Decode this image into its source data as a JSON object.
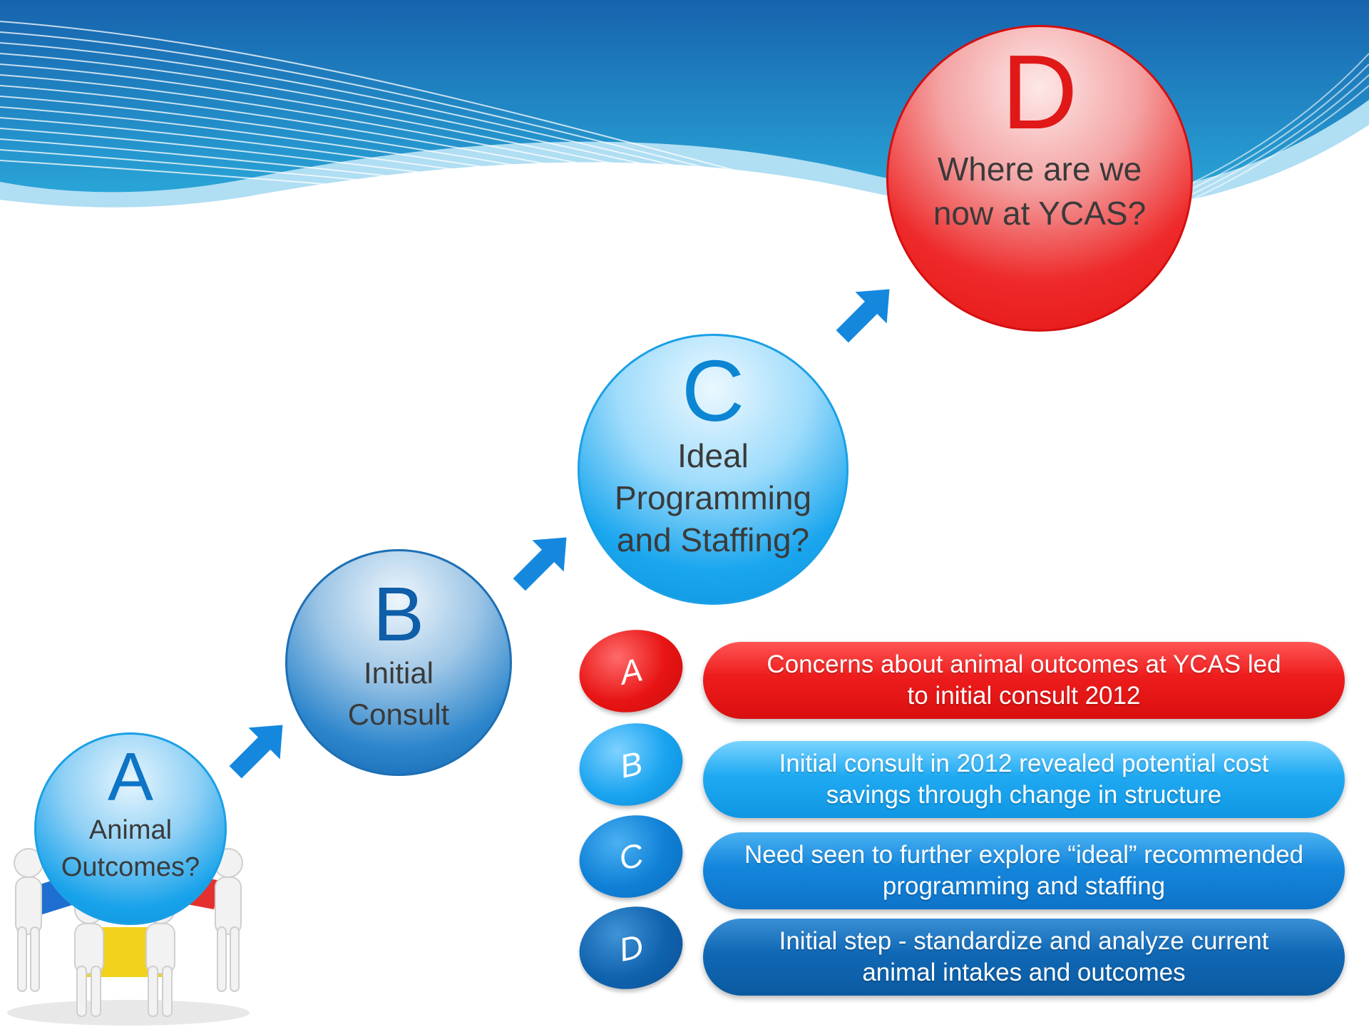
{
  "circles": {
    "a": {
      "letter": "A",
      "line1": "Animal",
      "line2": "Outcomes?"
    },
    "b": {
      "letter": "B",
      "line1": "Initial",
      "line2": "Consult"
    },
    "c": {
      "letter": "C",
      "line1": "Ideal",
      "line2": "Programming",
      "line3": "and Staffing?"
    },
    "d": {
      "letter": "D",
      "line1": "Where are we",
      "line2": "now at YCAS?"
    }
  },
  "steps": [
    {
      "letter": "A",
      "line1": "Concerns about animal outcomes at YCAS led",
      "line2": "to initial consult 2012"
    },
    {
      "letter": "B",
      "line1": "Initial consult in 2012 revealed potential cost",
      "line2": "savings through change in structure"
    },
    {
      "letter": "C",
      "line1": "Need seen to further explore “ideal” recommended",
      "line2": "programming and staffing"
    },
    {
      "letter": "D",
      "line1": "Initial step - standardize and analyze current",
      "line2": "animal intakes and outcomes"
    }
  ],
  "colors": {
    "red": "#e41313",
    "light_blue": "#17a2ea",
    "mid_blue": "#1486dc",
    "dark_blue": "#0f62ad",
    "arrow": "#1588de"
  },
  "icons": {
    "arrows": "diagonal-up-right-arrow",
    "people": "team-puzzle-figures"
  }
}
